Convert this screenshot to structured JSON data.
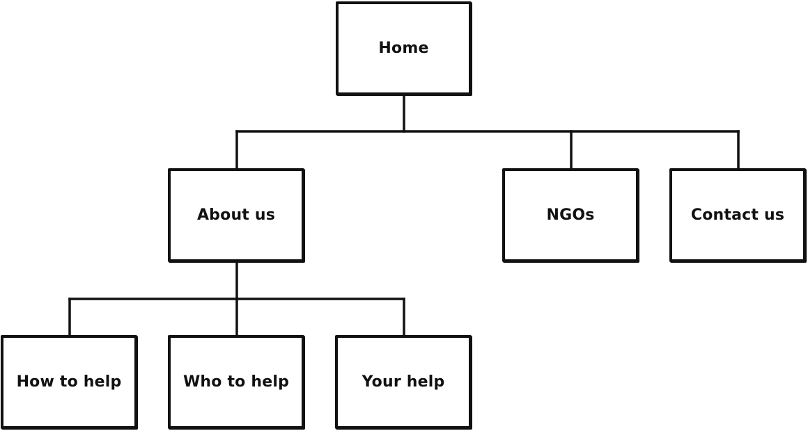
{
  "diagram": {
    "nodes": {
      "home": "Home",
      "about_us": "About us",
      "ngos": "NGOs",
      "contact_us": "Contact us",
      "how_to_help": "How to help",
      "who_to_help": "Who to help",
      "your_help": "Your help"
    },
    "edges": [
      [
        "home",
        "about_us"
      ],
      [
        "home",
        "ngos"
      ],
      [
        "home",
        "contact_us"
      ],
      [
        "about_us",
        "how_to_help"
      ],
      [
        "about_us",
        "who_to_help"
      ],
      [
        "about_us",
        "your_help"
      ]
    ]
  },
  "colors": {
    "stroke": "#111111",
    "background": "#ffffff"
  }
}
